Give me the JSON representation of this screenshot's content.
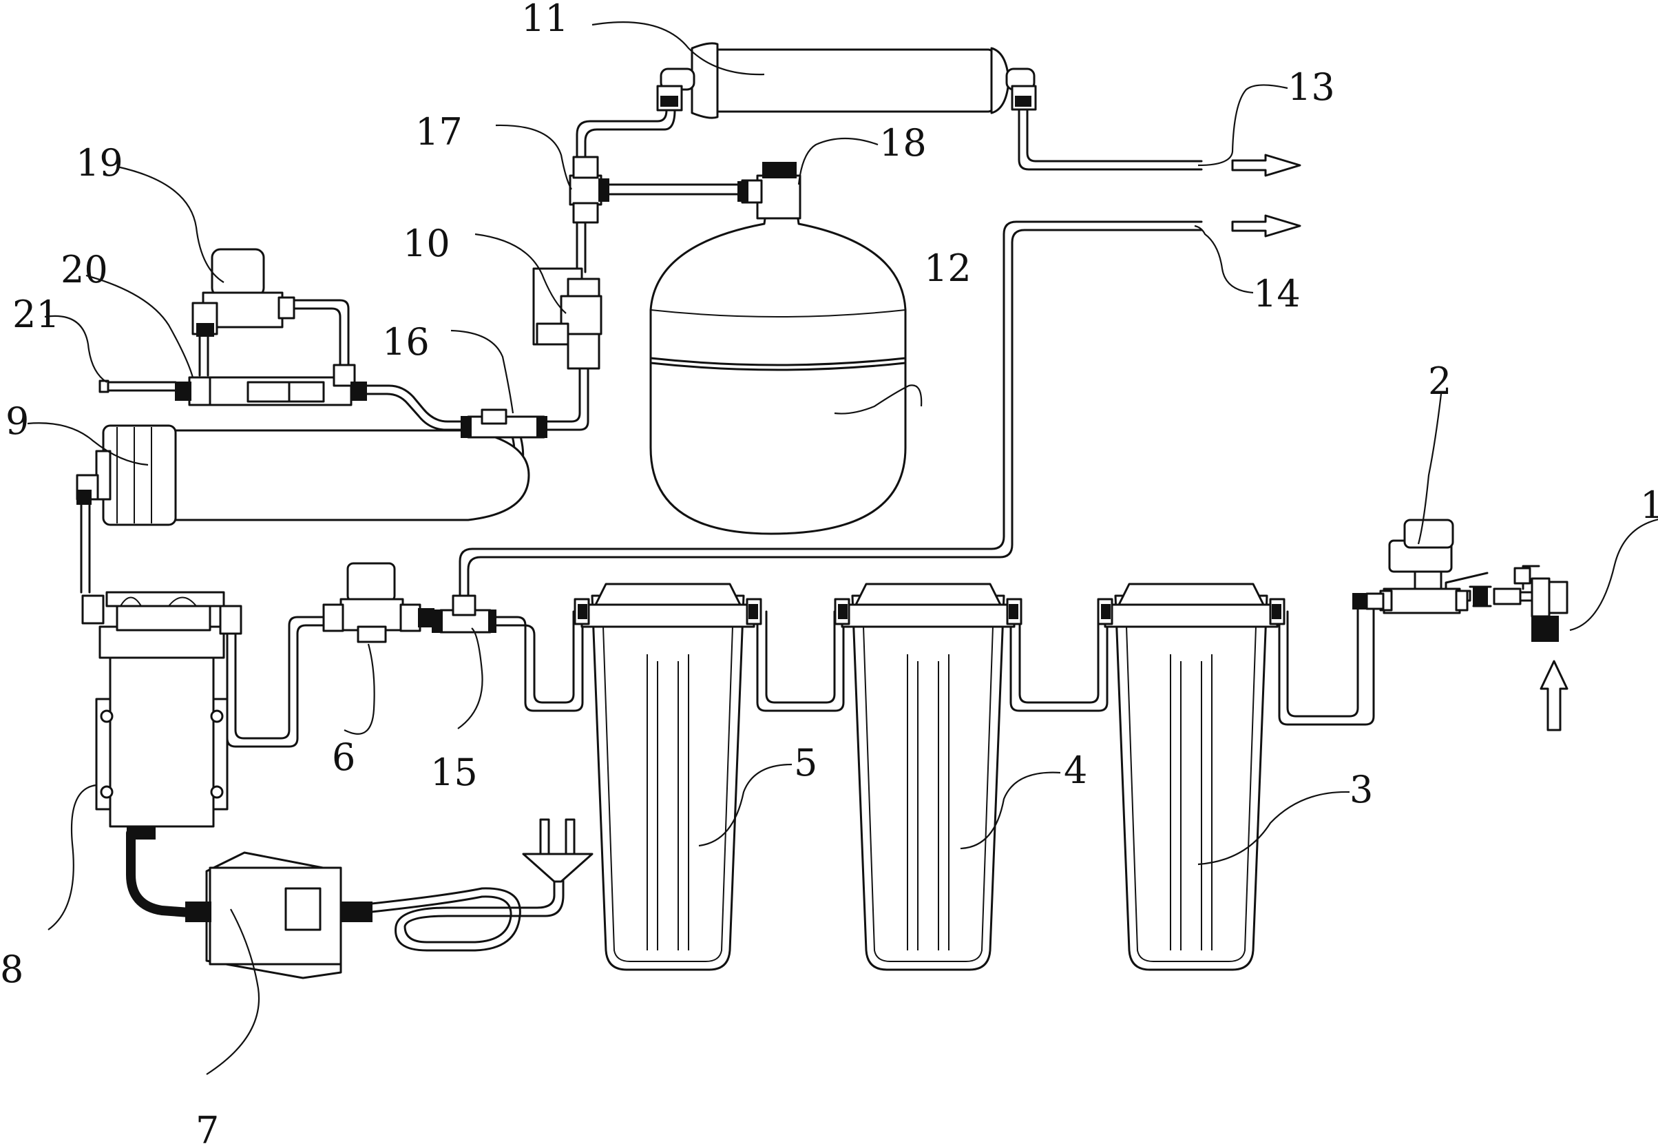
{
  "labels": {
    "l1": "1",
    "l2": "2",
    "l3": "3",
    "l4": "4",
    "l5": "5",
    "l6": "6",
    "l7": "7",
    "l8": "8",
    "l9": "9",
    "l10": "10",
    "l11": "11",
    "l12": "12",
    "l13": "13",
    "l14": "14",
    "l15": "15",
    "l16": "16",
    "l17": "17",
    "l18": "18",
    "l19": "19",
    "l20": "20",
    "l21": "21"
  },
  "icons": {
    "inlet_arrow": "arrow-up-icon",
    "pure_outlet_arrow": "arrow-right-icon",
    "waste_outlet_arrow": "arrow-right-icon",
    "plug": "power-plug-icon"
  }
}
